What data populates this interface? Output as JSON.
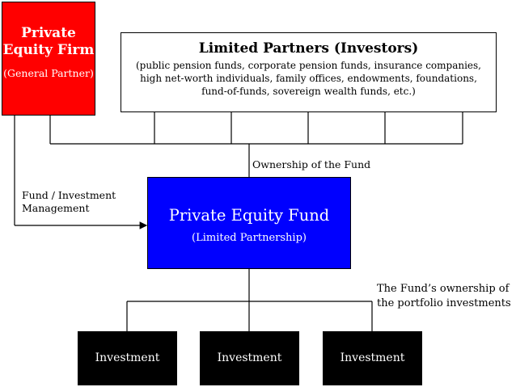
{
  "general_partner": {
    "title_line1": "Private",
    "title_line2": "Equity Firm",
    "subtitle": "(General Partner)"
  },
  "limited_partners": {
    "title": "Limited Partners (Investors)",
    "description": "(public pension funds, corporate pension funds, insurance companies, high net-worth individuals, family offices, endowments, foundations, fund-of-funds, sovereign wealth funds, etc.)"
  },
  "fund": {
    "title": "Private Equity Fund",
    "subtitle": "(Limited Partnership)"
  },
  "labels": {
    "ownership_of_fund": "Ownership of the Fund",
    "management_line1": "Fund / Investment",
    "management_line2": "Management",
    "portfolio_line1": "The Fund’s ownership of",
    "portfolio_line2": "the portfolio investments"
  },
  "investments": [
    "Investment",
    "Investment",
    "Investment"
  ],
  "colors": {
    "general_partner": "#ff0000",
    "fund": "#0000ff",
    "investment": "#000000"
  }
}
